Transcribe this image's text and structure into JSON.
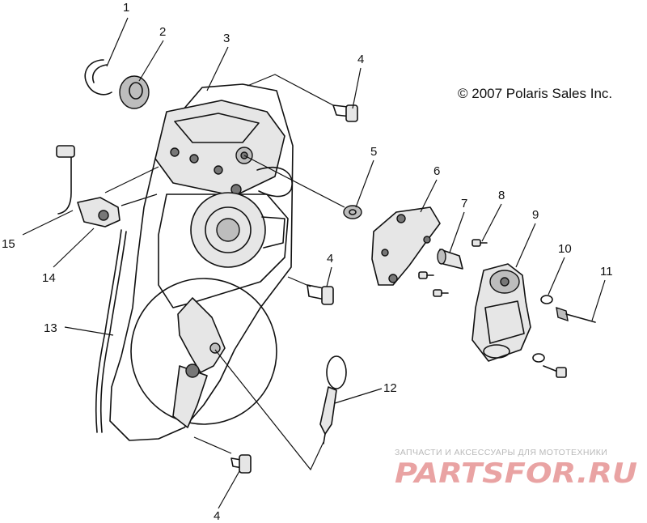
{
  "copyright": "© 2007 Polaris Sales Inc.",
  "callouts": [
    {
      "id": "c1",
      "label": "1"
    },
    {
      "id": "c2",
      "label": "2"
    },
    {
      "id": "c3",
      "label": "3"
    },
    {
      "id": "c4a",
      "label": "4"
    },
    {
      "id": "c5",
      "label": "5"
    },
    {
      "id": "c6",
      "label": "6"
    },
    {
      "id": "c7",
      "label": "7"
    },
    {
      "id": "c8",
      "label": "8"
    },
    {
      "id": "c9",
      "label": "9"
    },
    {
      "id": "c10",
      "label": "10"
    },
    {
      "id": "c4b",
      "label": "4"
    },
    {
      "id": "c11",
      "label": "11"
    },
    {
      "id": "c12",
      "label": "12"
    },
    {
      "id": "c13",
      "label": "13"
    },
    {
      "id": "c14",
      "label": "14"
    },
    {
      "id": "c15",
      "label": "15"
    },
    {
      "id": "c4c",
      "label": "4"
    }
  ],
  "watermark": {
    "tagline": "ЗАПЧАСТИ И АКСЕССУАРЫ ДЛЯ МОТОТЕХНИКИ",
    "logo_text": "PARTSFOR.RU",
    "color": "#e9a3a3"
  }
}
